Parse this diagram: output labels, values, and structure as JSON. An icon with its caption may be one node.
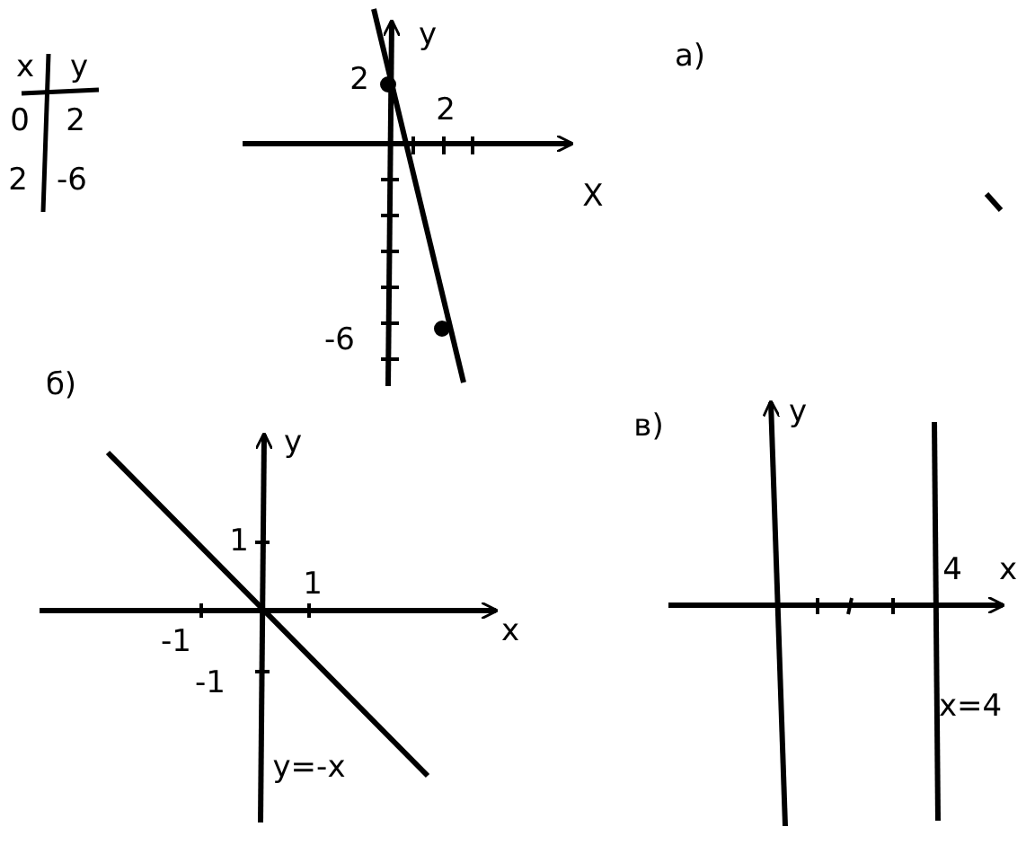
{
  "diagram": {
    "labels": [
      "x",
      "y",
      "0",
      "2",
      "2",
      "-6",
      "y",
      "2",
      "2",
      "X",
      "-6",
      "а)",
      "б)",
      "y",
      "1",
      "1",
      "-1",
      "-1",
      "x",
      "y=-x",
      "в)",
      "y",
      "4",
      "x",
      "x=4"
    ]
  }
}
